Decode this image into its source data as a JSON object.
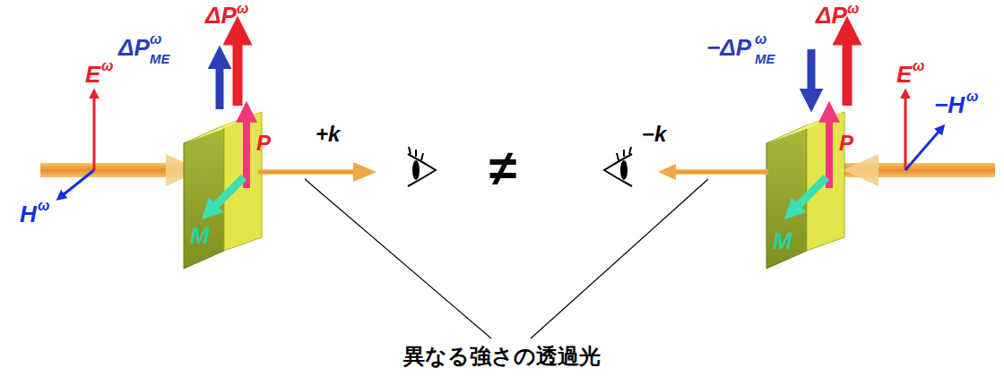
{
  "diagram": {
    "labels": [
      "ΔP",
      "ω",
      "ΔP",
      "ME",
      "ω",
      "E",
      "ω",
      "P",
      "+k",
      "H",
      "ω",
      "M",
      "≠",
      "ΔP",
      "ω",
      "−ΔP",
      "ME",
      "ω",
      "−k",
      "E",
      "ω",
      "−H",
      "ω",
      "P",
      "M",
      "異なる強さの透過光"
    ]
  }
}
